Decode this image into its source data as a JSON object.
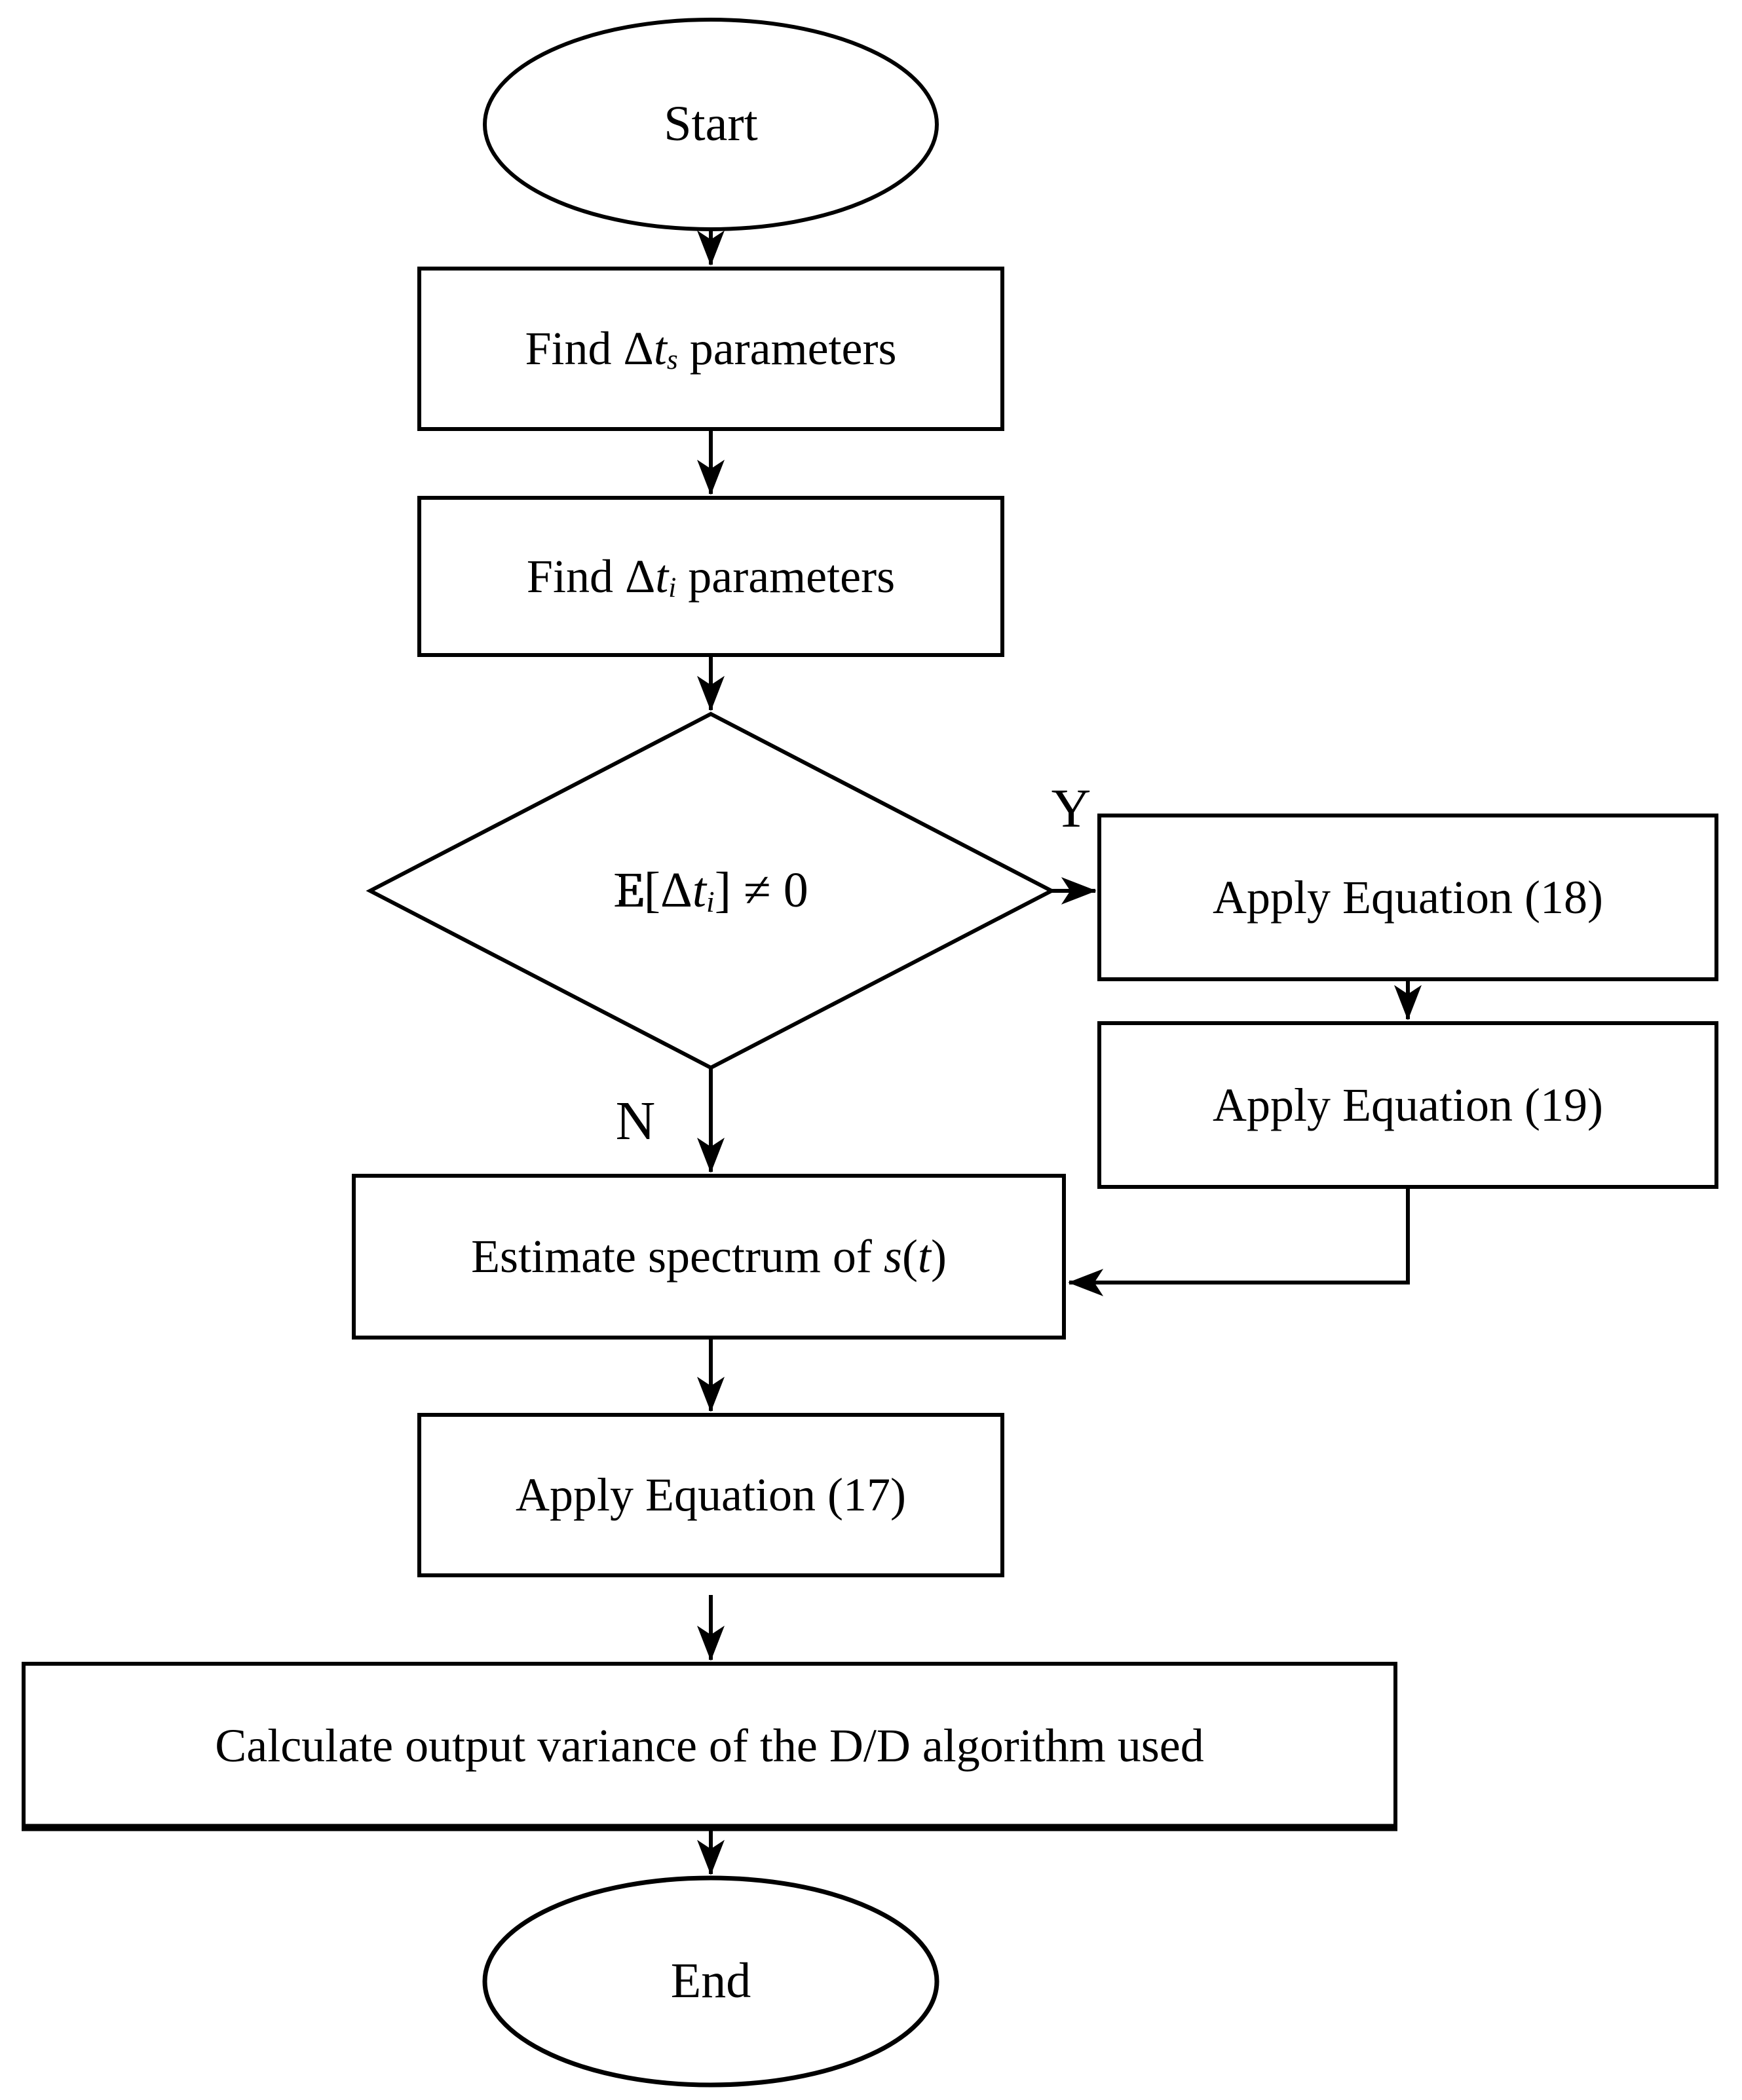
{
  "figure": {
    "background": "#ffffff",
    "stroke_color": "#000000",
    "nodes": {
      "start": {
        "label": "Start"
      },
      "find_ts": {
        "prefix": "Find ",
        "delta": "Δ",
        "var": "t",
        "sub": "s",
        "suffix": " parameters"
      },
      "find_ti": {
        "prefix": "Find ",
        "delta": "Δ",
        "var": "t",
        "sub": "i",
        "suffix": " parameters"
      },
      "decision": {
        "expect": "E",
        "open_bracket": "[",
        "delta": "Δ",
        "var": "t",
        "sub": "i",
        "close_bracket": "]",
        "relation": " ≠ 0"
      },
      "apply_eq_18": {
        "label": "Apply Equation (18)"
      },
      "apply_eq_19": {
        "label": "Apply Equation (19)"
      },
      "estimate_spectrum": {
        "prefix": "Estimate spectrum of ",
        "var_s": "s",
        "open_paren": "(",
        "var_t": "t",
        "close_paren": ")"
      },
      "apply_eq_17": {
        "label": "Apply Equation (17)"
      },
      "calc_variance": {
        "label": "Calculate output variance of the D/D algorithm used"
      },
      "end": {
        "label": "End"
      }
    },
    "edge_labels": {
      "yes": "Y",
      "no": "N"
    }
  }
}
